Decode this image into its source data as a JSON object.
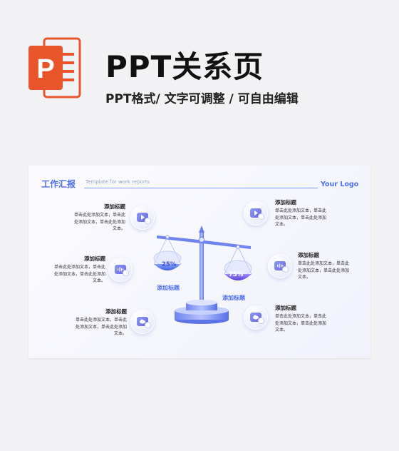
{
  "header": {
    "title": "PPT关系页",
    "subtitle": "PPT格式/ 文字可调整 / 可自由编辑",
    "logo_letter": "P"
  },
  "slide": {
    "title": "工作汇报",
    "subtitle": "Template for work reports",
    "logo_text": "Your Logo"
  },
  "scale": {
    "left_pan": {
      "percent": "25%",
      "label": "添加标题"
    },
    "right_pan": {
      "percent": "75%",
      "label": "添加标题"
    }
  },
  "items": [
    {
      "title": "添加标题",
      "text": "单击此处添加文本，单击此处添加文本，单击此处添加文本。",
      "icon": "video-icon"
    },
    {
      "title": "添加标题",
      "text": "单击此处添加文本，单击此处添加文本，单击此处添加文本。",
      "icon": "audio-icon"
    },
    {
      "title": "添加标题",
      "text": "单击此处添加文本，单击此处添加文本，单击此处添加文本。",
      "icon": "cloud-icon"
    },
    {
      "title": "添加标题",
      "text": "单击此处添加文本，单击此处添加文本，单击此处添加文本。",
      "icon": "video-icon"
    },
    {
      "title": "添加标题",
      "text": "单击此处添加文本，单击此处添加文本，单击此处添加文本。",
      "icon": "audio-icon"
    },
    {
      "title": "添加标题",
      "text": "单击此处添加文本，单击此处添加文本，单击此处添加文本。",
      "icon": "cloud-icon"
    }
  ],
  "colors": {
    "accent": "#4d6ef0",
    "ppt_orange": "#e8552b"
  }
}
